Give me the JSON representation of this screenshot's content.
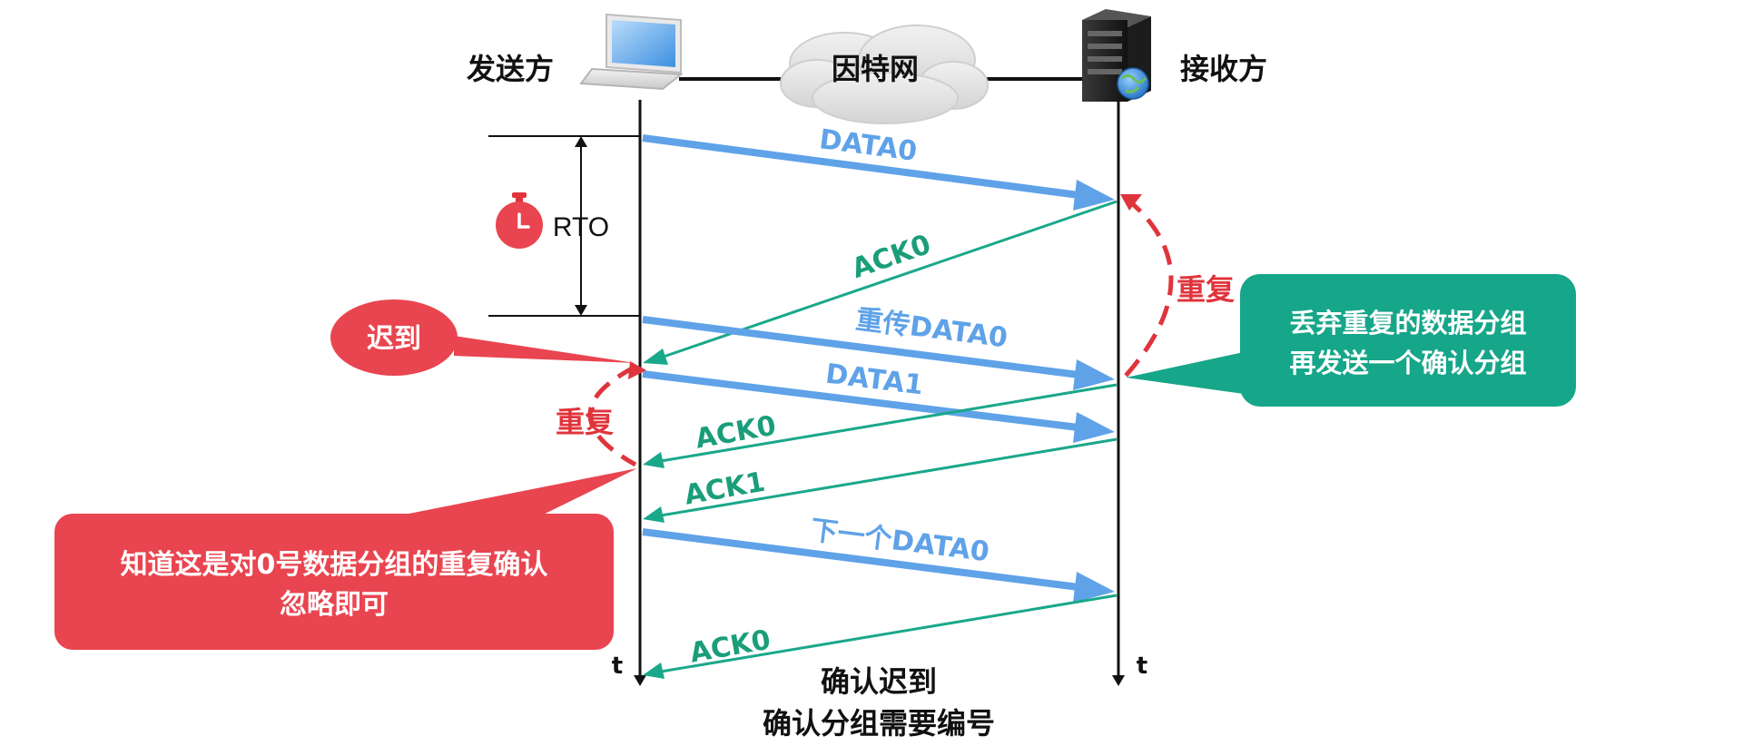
{
  "sender": {
    "label": "发送方",
    "icon": "laptop-icon"
  },
  "network": {
    "label": "因特网",
    "icon": "cloud-icon"
  },
  "receiver": {
    "label": "接收方",
    "icon": "server-icon"
  },
  "timer": {
    "label": "RTO",
    "icon": "stopwatch-icon"
  },
  "time_axis_label": "t",
  "messages": {
    "data0": "DATA0",
    "ack0_first": "ACK0",
    "retrans_data0": "重传DATA0",
    "data1": "DATA1",
    "ack0_second": "ACK0",
    "ack1": "ACK1",
    "next_data0": "下一个DATA0",
    "ack0_last": "ACK0"
  },
  "annotations": {
    "duplicate_right": "重复",
    "duplicate_left": "重复",
    "late_bubble": "迟到",
    "discard_line1": "丢弃重复的数据分组",
    "discard_line2": "再发送一个确认分组",
    "ignore_line1": "知道这是对0号数据分组的重复确认",
    "ignore_line2": "忽略即可"
  },
  "caption": {
    "line1": "确认迟到",
    "line2": "确认分组需要编号"
  },
  "colors": {
    "data_arrow": "#5fa2e8",
    "ack_arrow": "#1aa88a",
    "ack_text": "#1a9e7a",
    "duplicate_red": "#e0343c",
    "red_bubble": "#e94550",
    "green_bubble": "#16a689"
  }
}
